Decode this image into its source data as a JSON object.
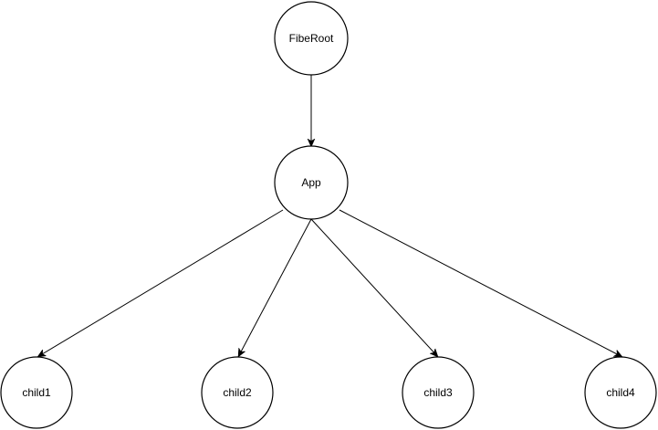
{
  "nodes": [
    {
      "id": "fiberroot",
      "label": "FibeRoot"
    },
    {
      "id": "app",
      "label": "App"
    },
    {
      "id": "child1",
      "label": "child1"
    },
    {
      "id": "child2",
      "label": "child2"
    },
    {
      "id": "child3",
      "label": "child3"
    },
    {
      "id": "child4",
      "label": "child4"
    }
  ],
  "edges": [
    {
      "from": "fiberroot",
      "to": "app"
    },
    {
      "from": "app",
      "to": "child1"
    },
    {
      "from": "app",
      "to": "child2"
    },
    {
      "from": "app",
      "to": "child3"
    },
    {
      "from": "app",
      "to": "child4"
    }
  ]
}
